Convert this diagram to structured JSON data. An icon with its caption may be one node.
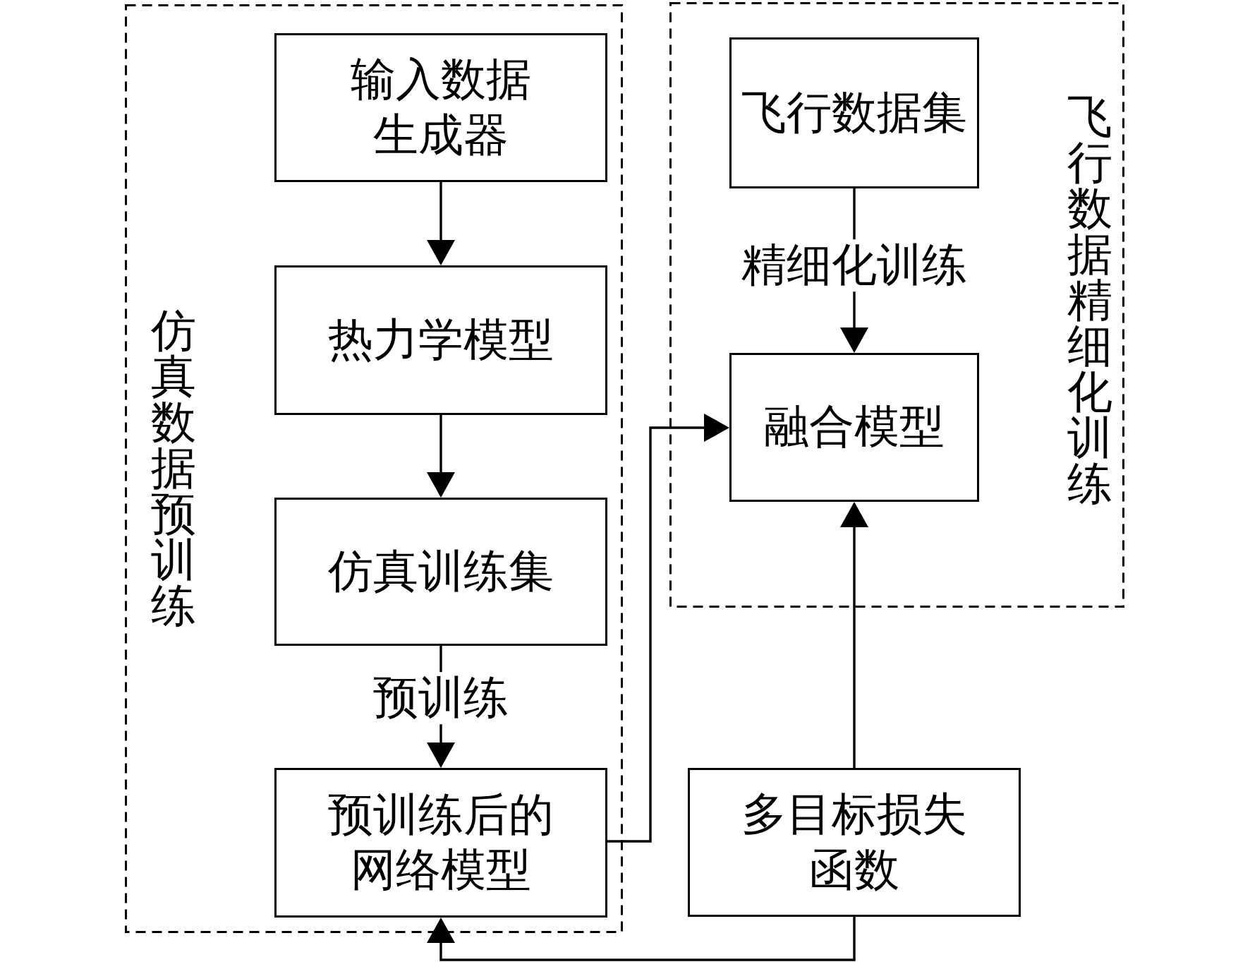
{
  "diagram": {
    "nodes": [
      {
        "text": [
          "仿真数据预训练"
        ]
      },
      {
        "text": [
          "输入数据生成器"
        ],
        "in": 0
      },
      {
        "text": [
          "热力学模型"
        ],
        "in": 0
      },
      {
        "text": [
          "仿真训练集"
        ],
        "in": 0
      },
      {
        "text": [
          "预训练后的网络模型"
        ],
        "in": 0
      },
      {
        "text": [
          "飞行数据精细化训练"
        ]
      },
      {
        "text": [
          "飞行数据集"
        ],
        "in": 5
      },
      {
        "text": [
          "融合模型"
        ],
        "in": 5
      },
      {
        "text": [
          "多目标损失函数"
        ]
      }
    ],
    "edges": [
      {
        "from": 1,
        "to": 2,
        "arrow": "to"
      },
      {
        "from": 2,
        "to": 3,
        "arrow": "to"
      },
      {
        "from": 3,
        "to": 4,
        "arrow": "to",
        "label": "预训练"
      },
      {
        "from": 6,
        "to": 7,
        "arrow": "to",
        "label": "精细化训练"
      },
      {
        "from": 4,
        "to": 7,
        "arrow": "to"
      },
      {
        "from": 8,
        "to": 7,
        "arrow": "to"
      },
      {
        "from": 8,
        "to": 4,
        "arrow": "to"
      }
    ]
  }
}
